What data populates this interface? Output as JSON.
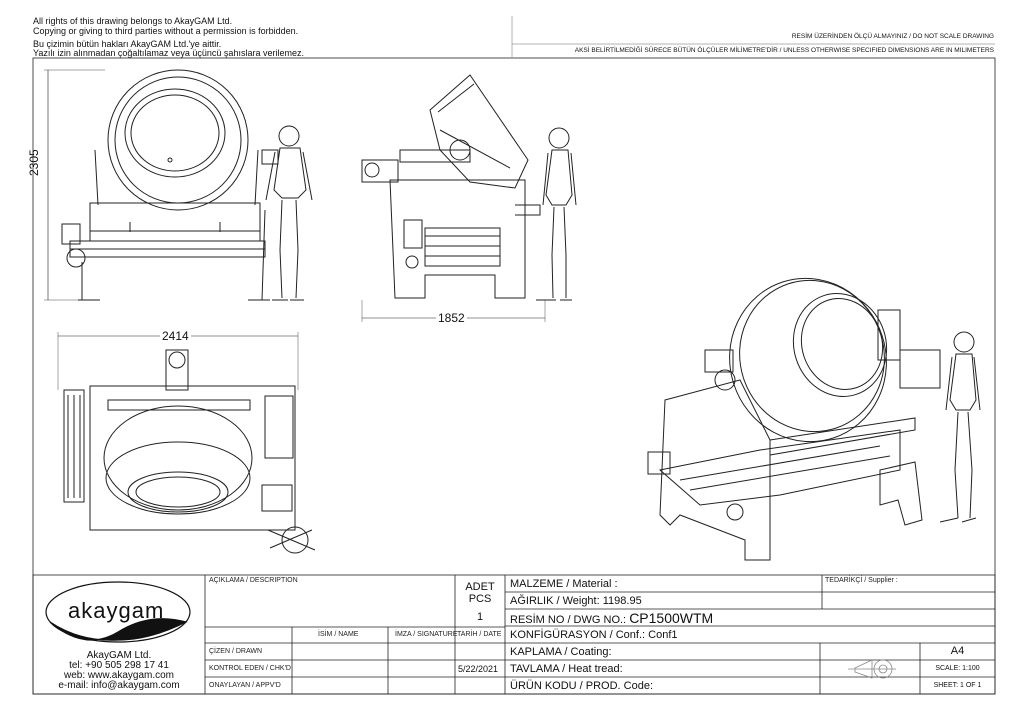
{
  "notices": {
    "copyright_en_1": "All rights of this drawing belongs to AkayGAM Ltd.",
    "copyright_en_2": "Copying or giving to third parties without a permission is forbidden.",
    "copyright_tr_1": "Bu çizimin bütün hakları AkayGAM Ltd.'ye aittir.",
    "copyright_tr_2": "Yazılı izin alınmadan çoğaltılamaz veya üçüncü şahıslara verilemez.",
    "no_scale": "RESİM ÜZERİNDEN ÖLÇÜ ALMAYINIZ / DO NOT SCALE DRAWING",
    "units": "AKSİ BELİRTİLMEDİĞİ SÜRECE BÜTÜN ÖLÇÜLER MİLİMETRE'DİR / UNLESS OTHERWISE SPECIFIED DIMENSIONS ARE IN MILIMETERS"
  },
  "dimensions": {
    "height": "2305",
    "depth": "1852",
    "width": "2414"
  },
  "company": {
    "logo_text": "akaygam",
    "name": "AkayGAM Ltd.",
    "tel": "tel: +90 505 298 17 41",
    "web": "web: www.akaygam.com",
    "email": "e-mail: info@akaygam.com"
  },
  "title_block": {
    "description_label": "AÇIKLAMA / DESCRIPTION",
    "qty_label_1": "ADET",
    "qty_label_2": "PCS",
    "qty_value": "1",
    "name_label": "İSİM / NAME",
    "signature_label": "İMZA / SIGNATURE",
    "date_label": "TARİH / DATE",
    "drawn_label": "ÇİZEN / DRAWN",
    "checked_label": "KONTROL EDEN / CHK'D",
    "approved_label": "ONAYLAYAN / APPV'D",
    "checked_date": "5/22/2021",
    "material_label": "MALZEME / Material :",
    "supplier_label": "TEDARİKÇİ / Supplier :",
    "weight_label": "AĞIRLIK / Weight:",
    "weight_value": "1198.95",
    "dwg_label": "RESİM NO / DWG NO.:",
    "dwg_value": "CP1500WTM",
    "conf_label": "KONFİGÜRASYON / Conf.:",
    "conf_value": "Conf1",
    "coating_label": "KAPLAMA / Coating:",
    "heat_label": "TAVLAMA / Heat tread:",
    "product_label": "ÜRÜN KODU / PROD. Code:",
    "paper_size": "A4",
    "scale": "SCALE: 1:100",
    "sheet": "SHEET: 1 OF 1"
  }
}
